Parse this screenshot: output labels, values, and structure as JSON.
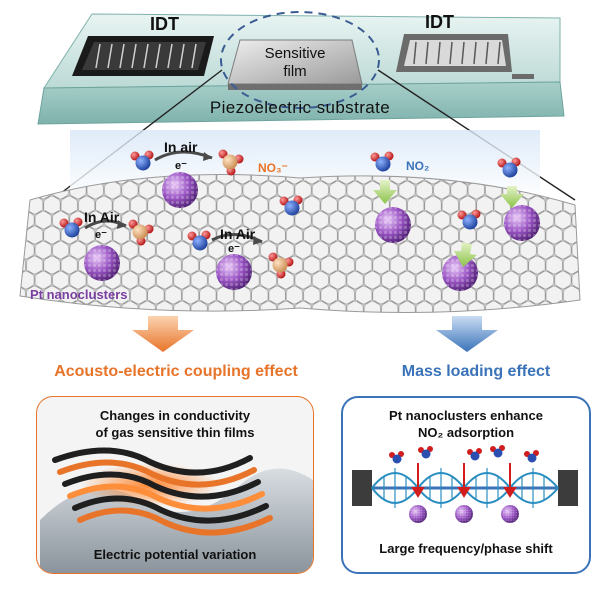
{
  "device": {
    "idt_left": "IDT",
    "idt_right": "IDT",
    "film_line1": "Sensitive",
    "film_line2": "film",
    "substrate": "Piezoelectric substrate"
  },
  "scene": {
    "in_air_top": "In air",
    "in_air_left": "In Air",
    "in_air_mid": "In Air",
    "electron": "e⁻",
    "no3": "NO₃⁻",
    "no2": "NO₂",
    "pt_label": "Pt nanoclusters"
  },
  "effects": {
    "left_title": "Acousto-electric coupling effect",
    "right_title": "Mass loading effect",
    "left_caption_1": "Changes in conductivity",
    "left_caption_2": "of gas sensitive thin films",
    "left_caption_3": "Electric potential variation",
    "right_caption_1": "Pt nanoclusters enhance",
    "right_caption_2": "NO₂ adsorption",
    "right_caption_3": "Large frequency/phase shift"
  },
  "colors": {
    "orange": "#e8742a",
    "blue": "#3b73b9",
    "purple": "#7a3fa0",
    "glass": "#cfe6e3"
  }
}
